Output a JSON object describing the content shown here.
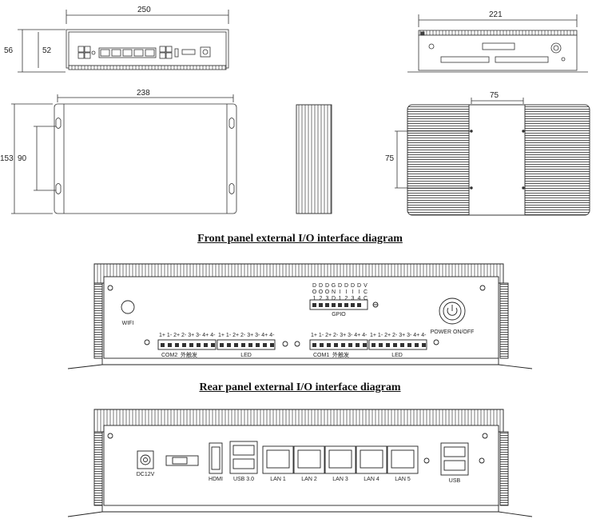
{
  "dimensions": {
    "front_width": "250",
    "front_height_outer": "56",
    "front_height_inner": "52",
    "side_width": "221",
    "top_length": "238",
    "top_height_outer": "153",
    "top_height_inner": "90",
    "bottom_width": "75",
    "bottom_height": "75"
  },
  "titles": {
    "front_panel": "Front panel external I/O interface diagram",
    "rear_panel": "Rear panel external I/O interface diagram"
  },
  "front_panel": {
    "wifi_label": "WIFI",
    "gpio_label": "GPIO",
    "gpio_pins": [
      "DO1",
      "DO2",
      "DO3",
      "GND",
      "DI1",
      "DI2",
      "DI3",
      "DI4",
      "VCC"
    ],
    "power_label": "POWER ON/OFF",
    "com_pin_labels": "1+ 1- 2+ 2- 3+ 3- 4+ 4-",
    "left_com_label": "COM2",
    "left_com_sub": "外触发",
    "left_led_label": "LED",
    "right_com_label": "COM1",
    "right_com_sub": "外触发",
    "right_led_label": "LED"
  },
  "rear_panel": {
    "dc_label": "DC12V",
    "hdmi_label": "HDMI",
    "usb3_label": "USB 3.0",
    "lan_labels": [
      "LAN 1",
      "LAN 2",
      "LAN 3",
      "LAN 4",
      "LAN 5"
    ],
    "usb_label": "USB"
  },
  "colors": {
    "line": "#333333",
    "background": "#ffffff"
  }
}
